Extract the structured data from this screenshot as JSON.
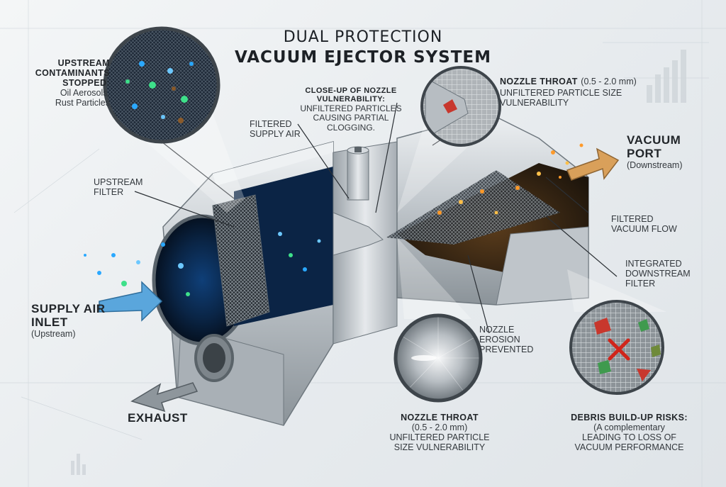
{
  "title": {
    "line1": "DUAL PROTECTION",
    "line2": "VACUUM EJECTOR SYSTEM"
  },
  "labels": {
    "upstream_contaminants": {
      "title_line1": "UPSTREAM",
      "title_line2": "CONTAMINANTS",
      "title_line3": "STOPPED:",
      "sub_line1": "Oil Aerosols,",
      "sub_line2": "Rust Particles"
    },
    "closeup_vulnerability": {
      "title_line1": "CLOSE-UP OF NOZZLE",
      "title_line2": "VULNERABILITY:",
      "sub_line1": "UNFILTERED PARTICLES",
      "sub_line2": "CAUSING PARTIAL",
      "sub_line3": "CLOGGING."
    },
    "nozzle_throat_top": {
      "title": "NOZZLE THROAT",
      "range": "(0.5 - 2.0 mm)",
      "sub_line1": "UNFILTERED PARTICLE SIZE",
      "sub_line2": "VULNERABILITY"
    },
    "filtered_supply_air": {
      "line1": "FILTERED",
      "line2": "SUPPLY AIR"
    },
    "upstream_filter": {
      "line1": "UPSTREAM",
      "line2": "FILTER"
    },
    "vacuum_port": {
      "line1": "VACUUM",
      "line2": "PORT",
      "sub": "(Downstream)"
    },
    "filtered_vacuum_flow": {
      "line1": "FILTERED",
      "line2": "VACUUM FLOW"
    },
    "integrated_filter": {
      "line1": "INTEGRATED",
      "line2": "DOWNSTREAM",
      "line3": "FILTER"
    },
    "supply_air_inlet": {
      "line1": "SUPPLY AIR",
      "line2": "INLET",
      "sub": "(Upstream)"
    },
    "nozzle_erosion": {
      "line1": "NOZZLE",
      "line2": "EROSION",
      "line3": "PREVENTED"
    },
    "exhaust": {
      "text": "EXHAUST"
    },
    "nozzle_throat_bottom": {
      "title": "NOZZLE THROAT",
      "range": "(0.5 - 2.0 mm)",
      "sub_line1": "UNFILTERED PARTICLE",
      "sub_line2": "SIZE VULNERABILITY"
    },
    "debris_risks": {
      "title": "DEBRIS BUILD-UP RISKS:",
      "sub_line1": "(A complementary",
      "sub_line2": "LEADING TO LOSS OF",
      "sub_line3": "VACUUM PERFORMANCE"
    }
  },
  "colors": {
    "steel_light": "#dfe3e6",
    "steel_mid": "#b8bec3",
    "steel_dark": "#7d858c",
    "particle_blue": "#2aa8ff",
    "particle_green": "#3ee08a",
    "particle_orange": "#ff9a2a",
    "arrow_blue": "#5aa6dc",
    "arrow_tan": "#d9a05a",
    "arrow_gray": "#8e969c",
    "debris_red": "#c8372d",
    "debris_green": "#3f9a4e"
  },
  "icons": [
    "supply-arrow-icon",
    "vacuum-arrow-icon",
    "exhaust-arrow-icon",
    "debris-x-icon"
  ]
}
